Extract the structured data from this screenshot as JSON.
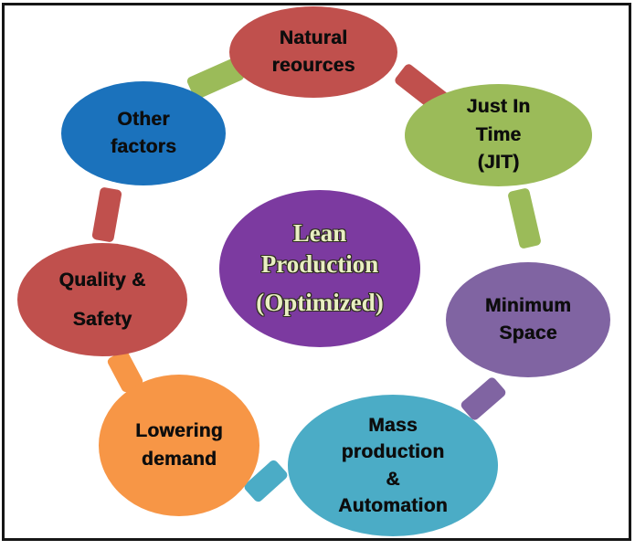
{
  "diagram": {
    "center": {
      "title": "Lean\nProduction",
      "subtitle": "(Optimized)",
      "bg_color": "#7c3aa0",
      "text_color": "#e9efc2"
    },
    "nodes": [
      {
        "id": "natural-resources",
        "label": "Natural\nreources",
        "color": "#c0504d"
      },
      {
        "id": "just-in-time",
        "label": "Just In\nTime\n(JIT)",
        "color": "#9bbb59"
      },
      {
        "id": "minimum-space",
        "label": "Minimum\nSpace",
        "color": "#8064a2"
      },
      {
        "id": "mass-production",
        "label": "Mass\nproduction\n&\nAutomation",
        "color": "#4bacc6"
      },
      {
        "id": "lowering-demand",
        "label": "Lowering\ndemand",
        "color": "#f79646"
      },
      {
        "id": "quality-safety",
        "label": "Quality &\nSafety",
        "color": "#c0504d"
      },
      {
        "id": "other-factors",
        "label": "Other\nfactors",
        "color": "#1b72bc"
      }
    ],
    "connectors": [
      {
        "from": "other-factors",
        "to": "natural-resources",
        "color": "#9bbb59"
      },
      {
        "from": "natural-resources",
        "to": "just-in-time",
        "color": "#c0504d"
      },
      {
        "from": "just-in-time",
        "to": "minimum-space",
        "color": "#9bbb59"
      },
      {
        "from": "minimum-space",
        "to": "mass-production",
        "color": "#8064a2"
      },
      {
        "from": "mass-production",
        "to": "lowering-demand",
        "color": "#4bacc6"
      },
      {
        "from": "lowering-demand",
        "to": "quality-safety",
        "color": "#f79646"
      },
      {
        "from": "quality-safety",
        "to": "other-factors",
        "color": "#c0504d"
      }
    ],
    "text_color": "#0d0d0d",
    "border_color": "#161616",
    "background": "#ffffff"
  }
}
